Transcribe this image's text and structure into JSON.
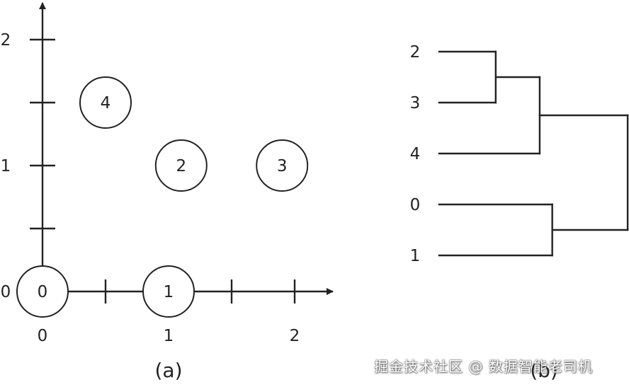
{
  "scatter": {
    "caption": "(a)",
    "x_ticks": [
      {
        "value": 0,
        "label": "0"
      },
      {
        "value": 0.5,
        "label": ""
      },
      {
        "value": 1,
        "label": "1"
      },
      {
        "value": 1.5,
        "label": ""
      },
      {
        "value": 2,
        "label": "2"
      }
    ],
    "y_ticks": [
      {
        "value": 0,
        "label": "0"
      },
      {
        "value": 0.5,
        "label": ""
      },
      {
        "value": 1,
        "label": "1"
      },
      {
        "value": 1.5,
        "label": ""
      },
      {
        "value": 2,
        "label": "2"
      }
    ],
    "points": [
      {
        "id": "0",
        "x": 0,
        "y": 0
      },
      {
        "id": "1",
        "x": 1,
        "y": 0
      },
      {
        "id": "2",
        "x": 1.1,
        "y": 1
      },
      {
        "id": "3",
        "x": 1.9,
        "y": 1
      },
      {
        "id": "4",
        "x": 0.5,
        "y": 1.5
      }
    ]
  },
  "dendrogram": {
    "caption": "(b)",
    "leaves": [
      "2",
      "3",
      "4",
      "0",
      "1"
    ],
    "merges": [
      {
        "a": "2",
        "b": "3",
        "height": 0.9
      },
      {
        "a": "2-3",
        "b": "4",
        "height": 1.6
      },
      {
        "a": "0",
        "b": "1",
        "height": 1.8
      },
      {
        "a": "2-3-4",
        "b": "0-1",
        "height": 3.0
      }
    ]
  },
  "watermark": "掘金技术社区 @ 数据智能老司机"
}
